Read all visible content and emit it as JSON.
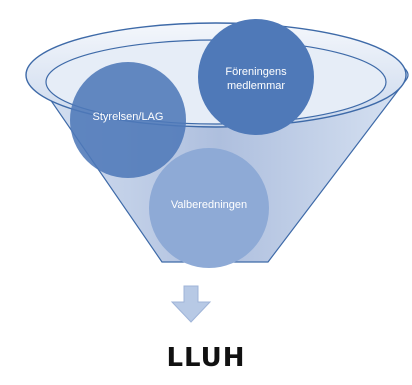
{
  "diagram": {
    "circles": [
      {
        "label": "Föreningens\nmedlemmar",
        "fill": "#4f79b8"
      },
      {
        "label": "Styrelsen/LAG",
        "fill": "#4f79b8"
      },
      {
        "label": "Valberedningen",
        "fill": "#8eaad6"
      }
    ],
    "output_label": "LLUH",
    "colors": {
      "funnel_fill": "#b5c8e4",
      "funnel_stroke": "#3e6aa8",
      "arrow": "#b7c9e5"
    }
  }
}
